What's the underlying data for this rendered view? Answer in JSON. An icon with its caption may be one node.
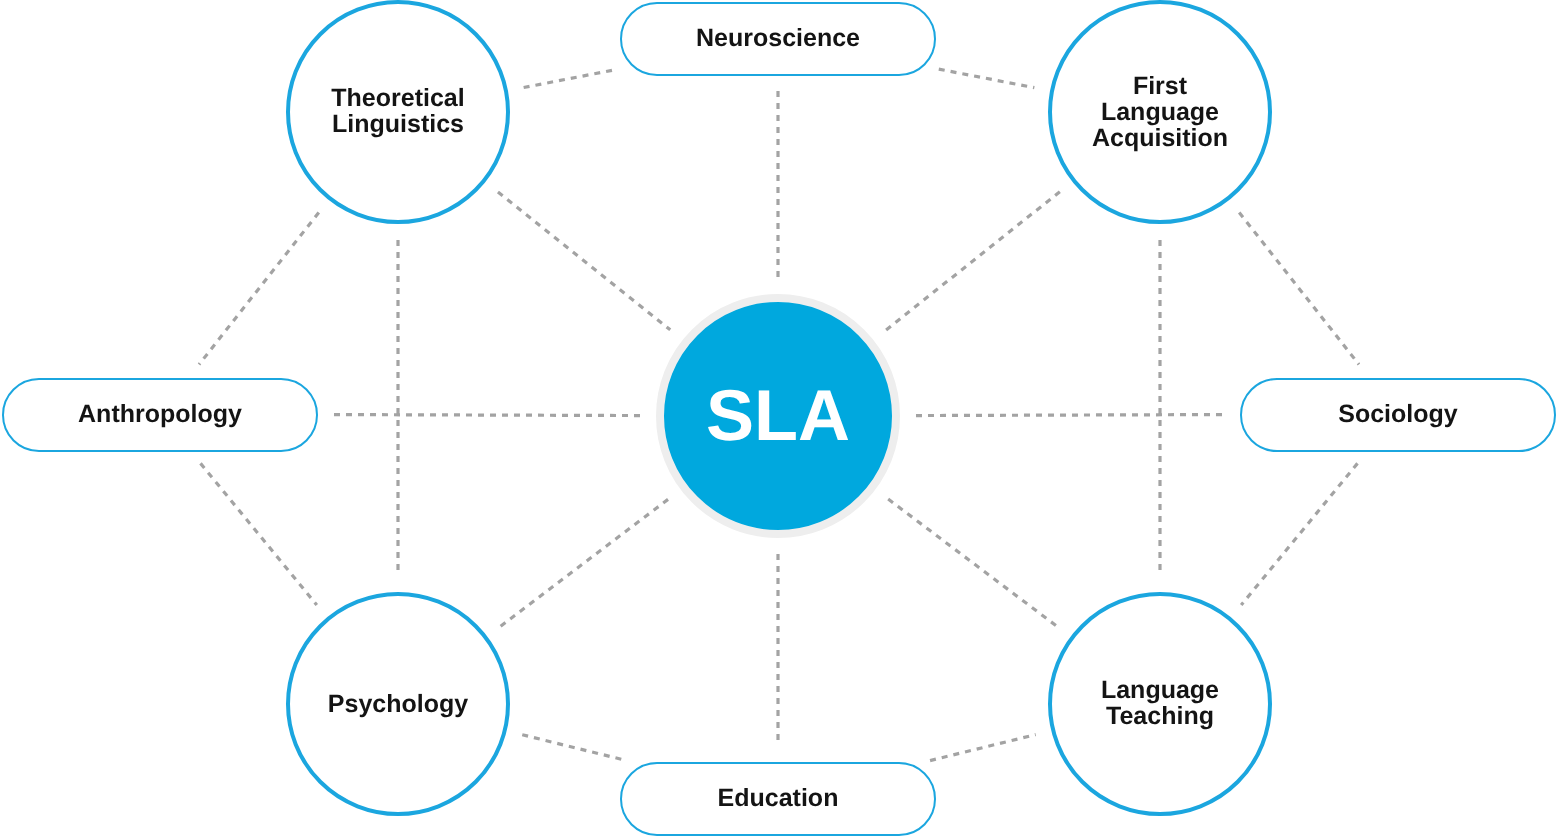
{
  "diagram": {
    "nodes": [
      {
        "text": [
          "Theoretical Linguistics"
        ]
      },
      {
        "text": [
          "Neuroscience"
        ]
      },
      {
        "text": [
          "First Language Acquisition"
        ]
      },
      {
        "text": [
          "Anthropology"
        ]
      },
      {
        "text": [
          "SLA"
        ]
      },
      {
        "text": [
          "Sociology"
        ]
      },
      {
        "text": [
          "Psychology"
        ]
      },
      {
        "text": [
          "Education"
        ]
      },
      {
        "text": [
          "Language Teaching"
        ]
      }
    ],
    "edges": [
      {
        "from": 0,
        "to": 1,
        "arrow": "none",
        "style": "dashed"
      },
      {
        "from": 1,
        "to": 2,
        "arrow": "none",
        "style": "dashed"
      },
      {
        "from": 0,
        "to": 3,
        "arrow": "none",
        "style": "dashed"
      },
      {
        "from": 0,
        "to": 4,
        "arrow": "none",
        "style": "dashed"
      },
      {
        "from": 1,
        "to": 4,
        "arrow": "none",
        "style": "dashed"
      },
      {
        "from": 2,
        "to": 4,
        "arrow": "none",
        "style": "dashed"
      },
      {
        "from": 2,
        "to": 5,
        "arrow": "none",
        "style": "dashed"
      },
      {
        "from": 0,
        "to": 6,
        "arrow": "none",
        "style": "dashed"
      },
      {
        "from": 2,
        "to": 8,
        "arrow": "none",
        "style": "dashed"
      },
      {
        "from": 3,
        "to": 4,
        "arrow": "none",
        "style": "dashed"
      },
      {
        "from": 4,
        "to": 5,
        "arrow": "none",
        "style": "dashed"
      },
      {
        "from": 3,
        "to": 6,
        "arrow": "none",
        "style": "dashed"
      },
      {
        "from": 4,
        "to": 6,
        "arrow": "none",
        "style": "dashed"
      },
      {
        "from": 4,
        "to": 8,
        "arrow": "none",
        "style": "dashed"
      },
      {
        "from": 5,
        "to": 8,
        "arrow": "none",
        "style": "dashed"
      },
      {
        "from": 4,
        "to": 7,
        "arrow": "none",
        "style": "dashed"
      },
      {
        "from": 6,
        "to": 7,
        "arrow": "none",
        "style": "dashed"
      },
      {
        "from": 7,
        "to": 8,
        "arrow": "none",
        "style": "dashed"
      }
    ]
  }
}
